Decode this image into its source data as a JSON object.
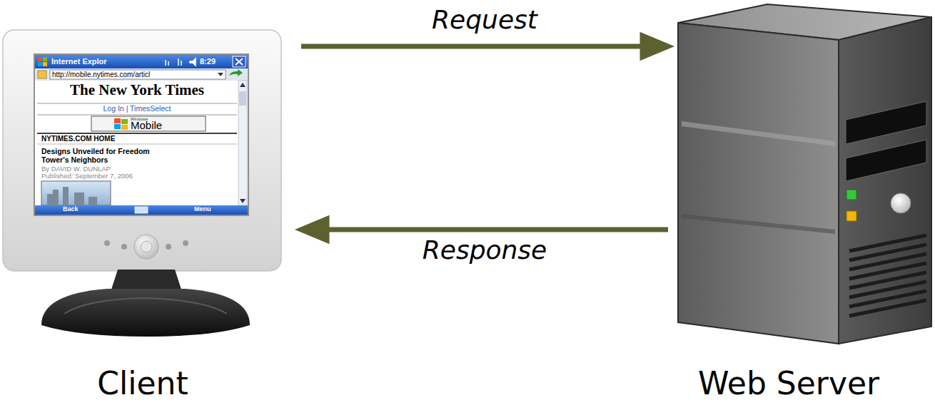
{
  "diagram": {
    "nodes": [
      {
        "text": [
          "Client"
        ]
      },
      {
        "text": [
          "Web Server"
        ]
      }
    ],
    "edges": [
      {
        "from": 0,
        "to": 1,
        "label": "Request",
        "arrow": "to"
      },
      {
        "from": 1,
        "to": 0,
        "label": "Response",
        "arrow": "to"
      }
    ],
    "labels": [
      "Internet Explor",
      "8:29",
      "http://mobile.nytimes.com/articl",
      "The New York Times",
      "Log In | TimesSelect",
      "Windows",
      "Mobile",
      "NYTIMES.COM HOME",
      "Designs Unveiled for Freedom Tower's Neighbors",
      "By DAVID W. DUNLAP",
      "Published: September 7, 2006",
      "Back",
      "Menu"
    ]
  }
}
